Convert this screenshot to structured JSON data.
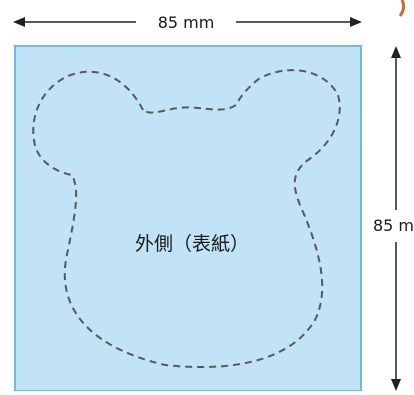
{
  "diagram": {
    "width_dimension_label": "85 mm",
    "height_dimension_label": "85 m",
    "center_label": "外側（表紙）",
    "colors": {
      "panel_fill": "#c2e3f6",
      "panel_border": "#73b9df",
      "cut_line": "#585858",
      "arrow": "#222222",
      "corner_accent": "#c06a4a"
    }
  }
}
